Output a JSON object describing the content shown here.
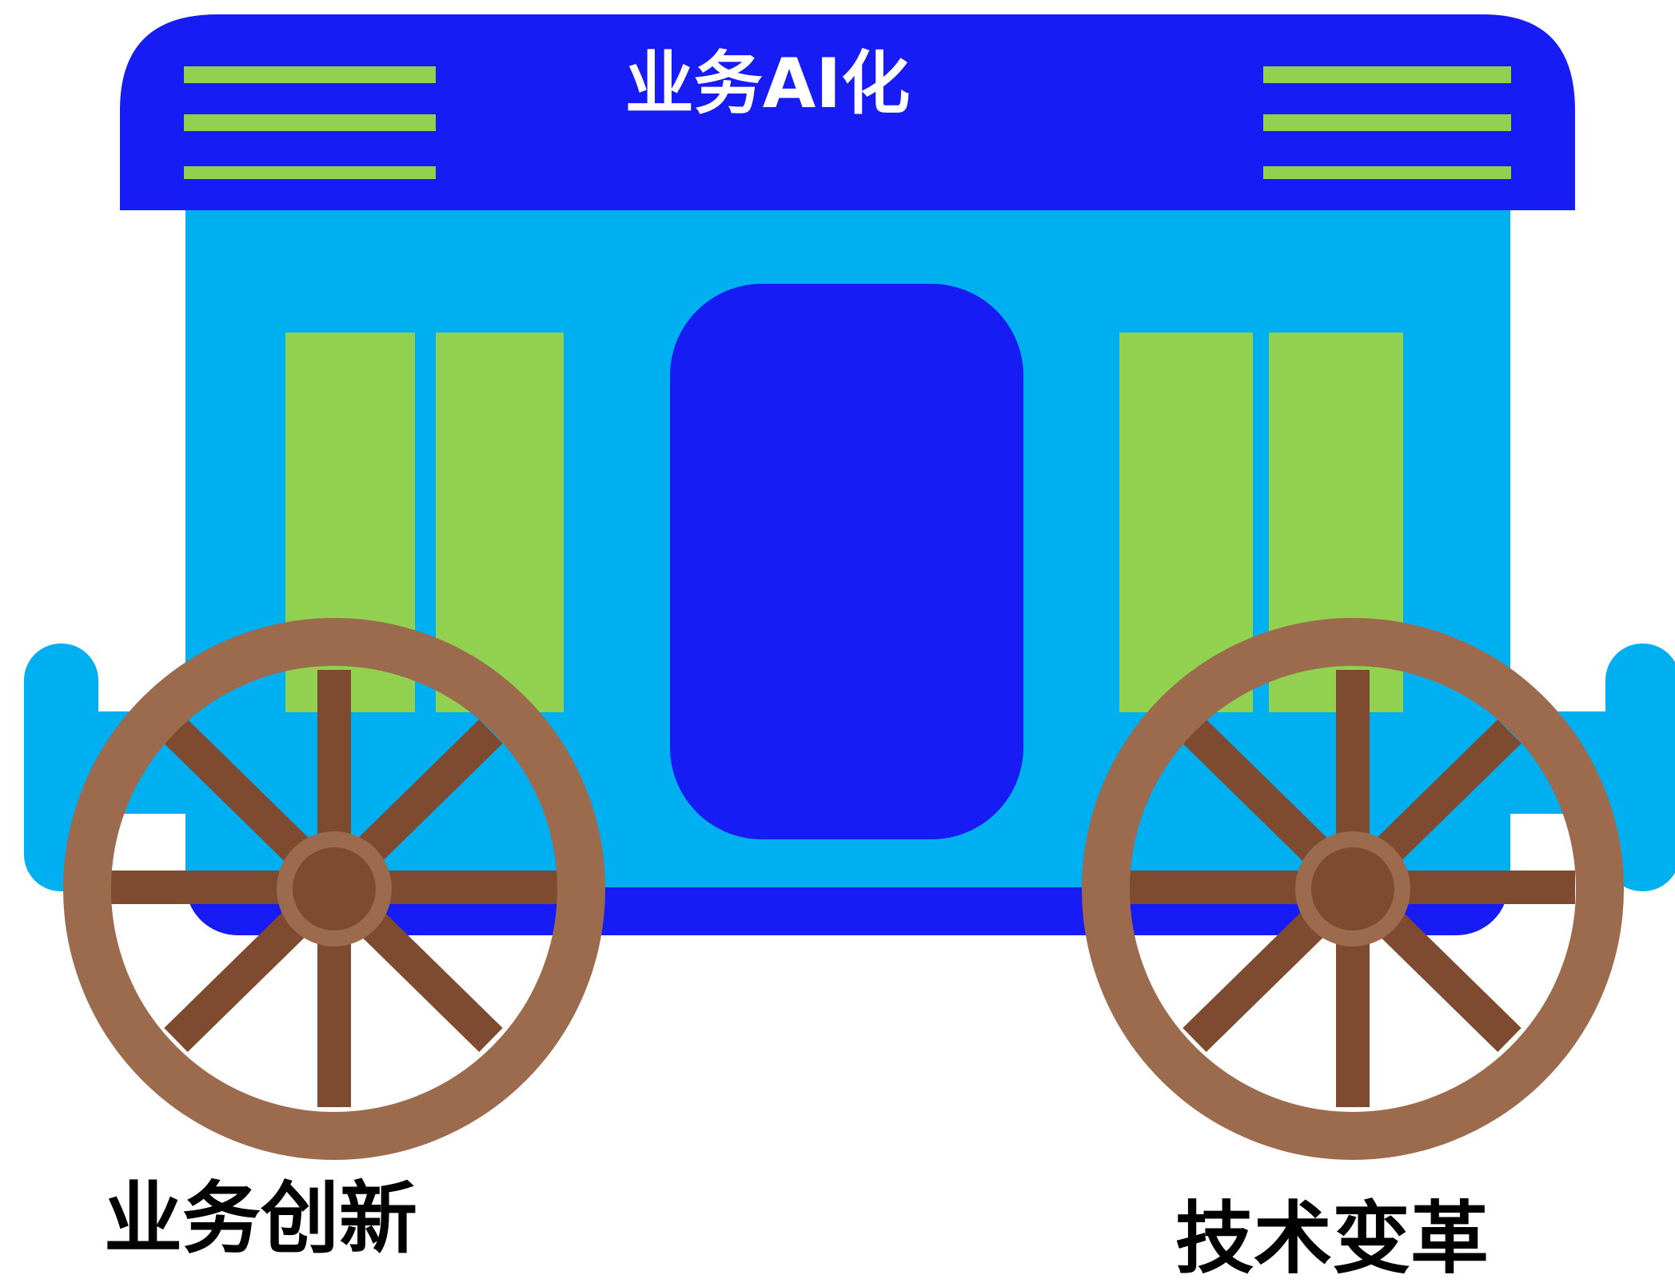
{
  "carriage": {
    "roof_title": "业务AI化",
    "left_wheel_caption": "业务创新",
    "right_wheel_caption": "技术变革"
  },
  "colors": {
    "roof": "#171cf5",
    "body": "#00aff0",
    "door": "#171cf5",
    "windows": "#92d050",
    "roof_stripes": "#92d050",
    "wheel_rim": "#9c6b4e",
    "wheel_spokes": "#7e4b30"
  }
}
